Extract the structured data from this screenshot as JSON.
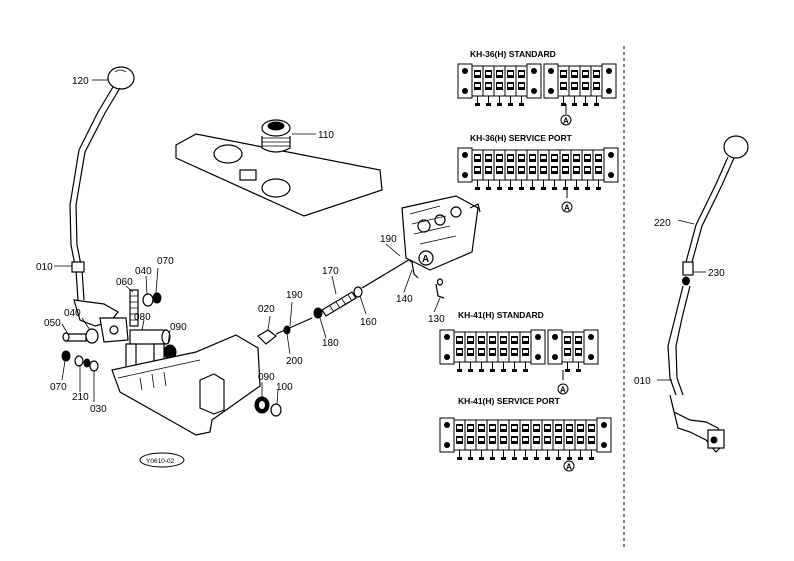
{
  "labels": {
    "p120": "120",
    "p110": "110",
    "p010": "010",
    "p040a": "040",
    "p070a": "070",
    "p060": "060",
    "p050": "050",
    "p040b": "040",
    "p080": "080",
    "p090a": "090",
    "p070b": "070",
    "p210": "210",
    "p030": "030",
    "p090b": "090",
    "p100": "100",
    "p020": "020",
    "p190a": "190",
    "p200": "200",
    "p170": "170",
    "p180": "180",
    "p160": "160",
    "p190b": "190",
    "p140": "140",
    "p130": "130",
    "p220": "220",
    "p230": "230",
    "p010r": "010"
  },
  "headers": {
    "kh36_standard": "KH-36(H) STANDARD",
    "kh36_service": "KH-36(H) SERVICE PORT",
    "kh41_standard": "KH-41(H) STANDARD",
    "kh41_service": "KH-41(H) SERVICE PORT"
  },
  "markers": {
    "a": "A"
  },
  "drawing_code": "Y0610-02"
}
